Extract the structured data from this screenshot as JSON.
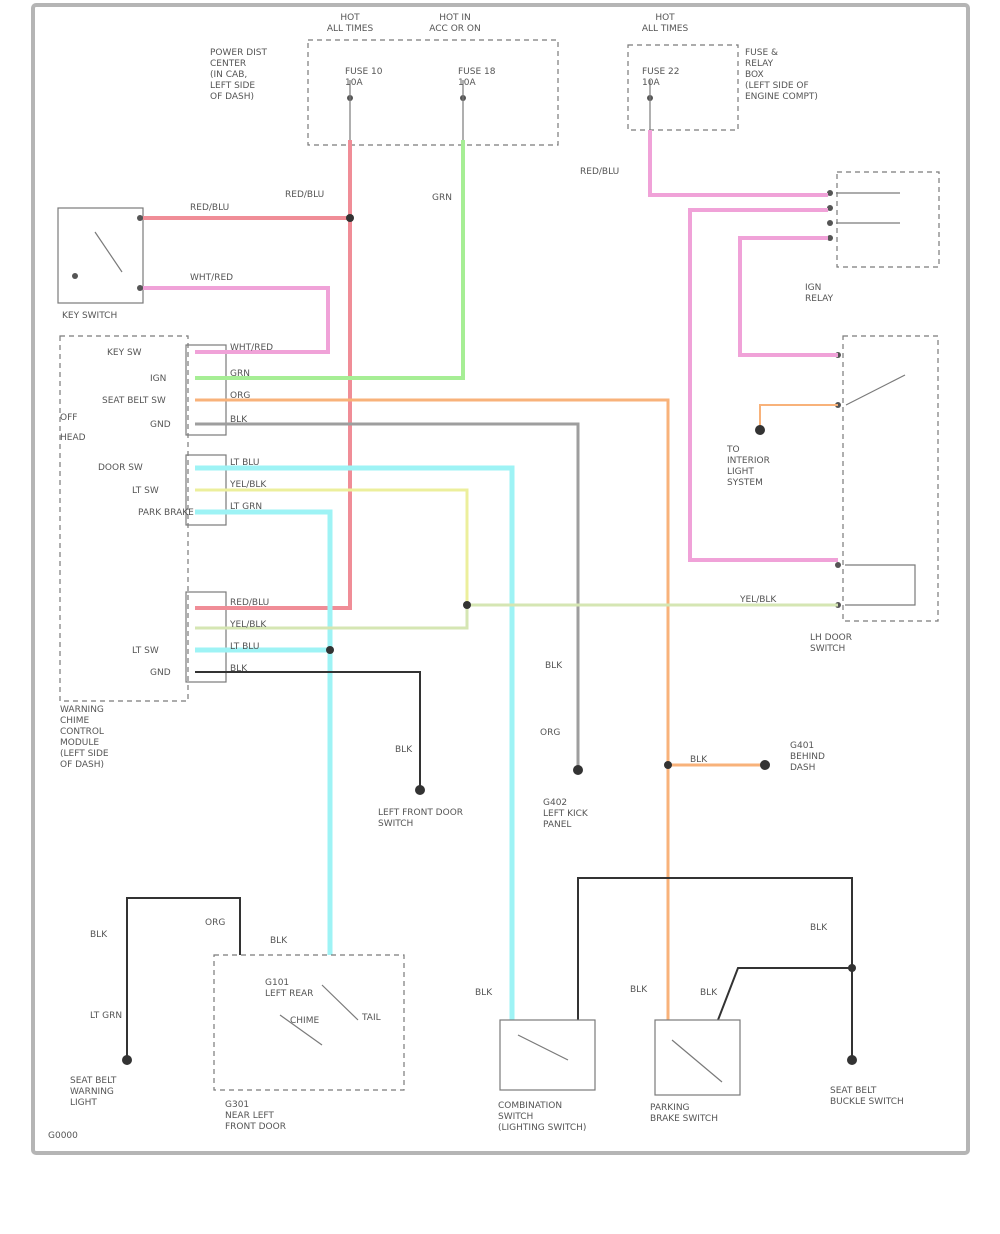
{
  "diagram": {
    "frame_id": "G0000",
    "colors": {
      "red": "#f08d97",
      "pink": "#f0a2d8",
      "green": "#a6ee95",
      "orange": "#f8b27a",
      "gray": "#9e9e9e",
      "cyan": "#9ef3f5",
      "yellow": "#ecef9c",
      "light_green": "#d5e6b3",
      "black": "#333333"
    },
    "fuse_boxes": [
      {
        "heading": "HOT\nALL TIMES",
        "fuse": "FUSE 10\n10A"
      },
      {
        "heading": "HOT IN\nACC OR ON",
        "fuse": "FUSE 18\n10A"
      },
      {
        "heading": "HOT\nALL TIMES",
        "fuse": "FUSE 22\n10A"
      }
    ],
    "labels": [
      {
        "text": "POWER DIST\nCENTER\n(IN CAB,\nLEFT SIDE\nOF DASH)"
      },
      {
        "text": "FUSE &\nRELAY\nBOX\n(LEFT SIDE OF\nENGINE COMPT)"
      },
      {
        "text": "IGN\nRELAY"
      },
      {
        "text": "KEY SWITCH"
      },
      {
        "text": "WARNING\nCHIME\nCONTROL\nMODULE\n(LEFT SIDE\nOF DASH)"
      },
      {
        "text": "TO\nINTERIOR\nLIGHT\nSYSTEM"
      },
      {
        "text": "LH DOOR\nSWITCH"
      },
      {
        "text": "LEFT FRONT DOOR\nSWITCH"
      },
      {
        "text": "G402\nLEFT KICK\nPANEL"
      },
      {
        "text": "G401\nBEHIND\nDASH"
      },
      {
        "text": "SEAT BELT\nWARNING\nLIGHT"
      },
      {
        "text": "G301\nNEAR LEFT\nFRONT DOOR"
      },
      {
        "text": "COMBINATION\nSWITCH\n(LIGHTING SWITCH)"
      },
      {
        "text": "PARKING\nBRAKE SWITCH"
      },
      {
        "text": "SEAT BELT\nBUCKLE SWITCH"
      },
      {
        "text": "G101\nLEFT REAR"
      },
      {
        "text": "CHIME"
      },
      {
        "text": "TAIL"
      },
      {
        "text": "OFF"
      },
      {
        "text": "HEAD"
      }
    ],
    "pins": [
      {
        "text": "KEY SW"
      },
      {
        "text": "IGN"
      },
      {
        "text": "SEAT BELT SW"
      },
      {
        "text": "GND"
      },
      {
        "text": "DOOR SW"
      },
      {
        "text": "LT SW"
      },
      {
        "text": "PARK BRAKE"
      },
      {
        "text": "LT SW"
      },
      {
        "text": "GND"
      }
    ],
    "wire_labels": [
      {
        "text": "RED/BLU"
      },
      {
        "text": "GRN"
      },
      {
        "text": "RED/BLU"
      },
      {
        "text": "RED/BLU"
      },
      {
        "text": "WHT/RED"
      },
      {
        "text": "WHT/RED"
      },
      {
        "text": "GRN"
      },
      {
        "text": "ORG"
      },
      {
        "text": "BLK"
      },
      {
        "text": "LT BLU"
      },
      {
        "text": "YEL/BLK"
      },
      {
        "text": "LT GRN"
      },
      {
        "text": "RED/BLU"
      },
      {
        "text": "YEL/BLK"
      },
      {
        "text": "LT BLU"
      },
      {
        "text": "BLK"
      },
      {
        "text": "YEL/BLK"
      },
      {
        "text": "BLK"
      },
      {
        "text": "BLK"
      },
      {
        "text": "ORG"
      },
      {
        "text": "BLK"
      },
      {
        "text": "BLK"
      },
      {
        "text": "LT GRN"
      },
      {
        "text": "ORG"
      },
      {
        "text": "BLK"
      },
      {
        "text": "BLK"
      },
      {
        "text": "BLK"
      },
      {
        "text": "BLK"
      },
      {
        "text": "BLK"
      }
    ]
  }
}
